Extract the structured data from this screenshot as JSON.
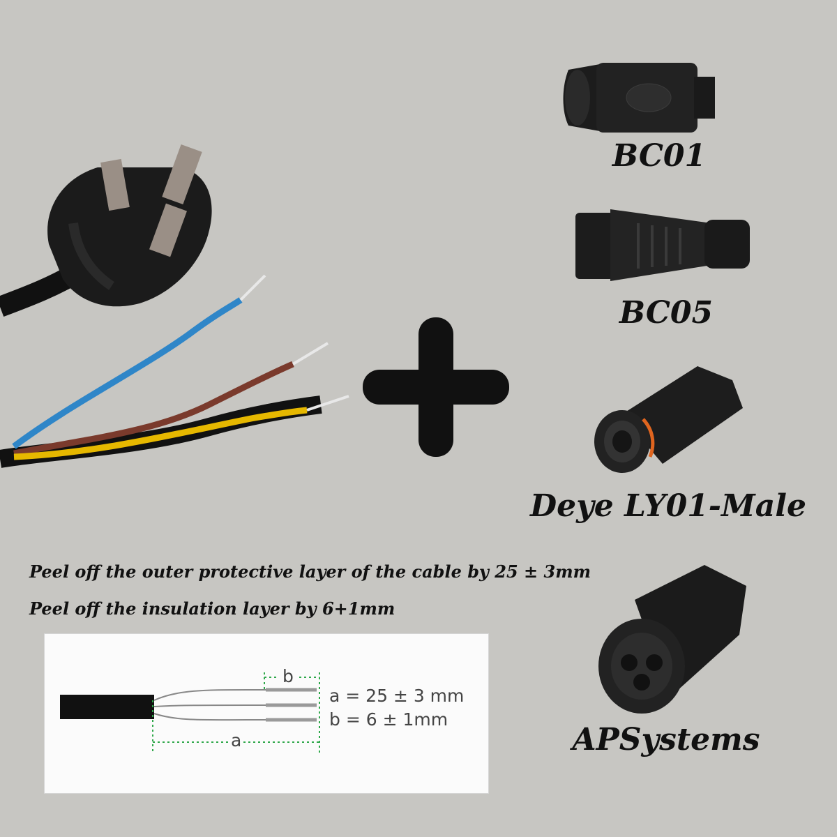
{
  "connectors": [
    {
      "label": "BC01",
      "icon": "bc01-connector-icon"
    },
    {
      "label": "BC05",
      "icon": "bc05-connector-icon"
    },
    {
      "label": "Deye LY01-Male",
      "icon": "deye-ly01-connector-icon"
    },
    {
      "label": "APSystems",
      "icon": "apsystems-connector-icon"
    }
  ],
  "instructions": {
    "line1": "Peel off the outer protective layer of the cable by 25 ± 3mm",
    "line2": "Peel off the insulation layer by 6+1mm"
  },
  "diagram": {
    "a_marker": "a",
    "b_marker": "b",
    "a_spec": "a = 25 ± 3 mm",
    "b_spec": "b = 6 ± 1mm"
  },
  "colors": {
    "background": "#c7c6c2",
    "wire_blue": "#2f86c8",
    "wire_brown": "#7a3a2c",
    "wire_yellow": "#e6b800",
    "dim_green": "#2fa84a"
  }
}
